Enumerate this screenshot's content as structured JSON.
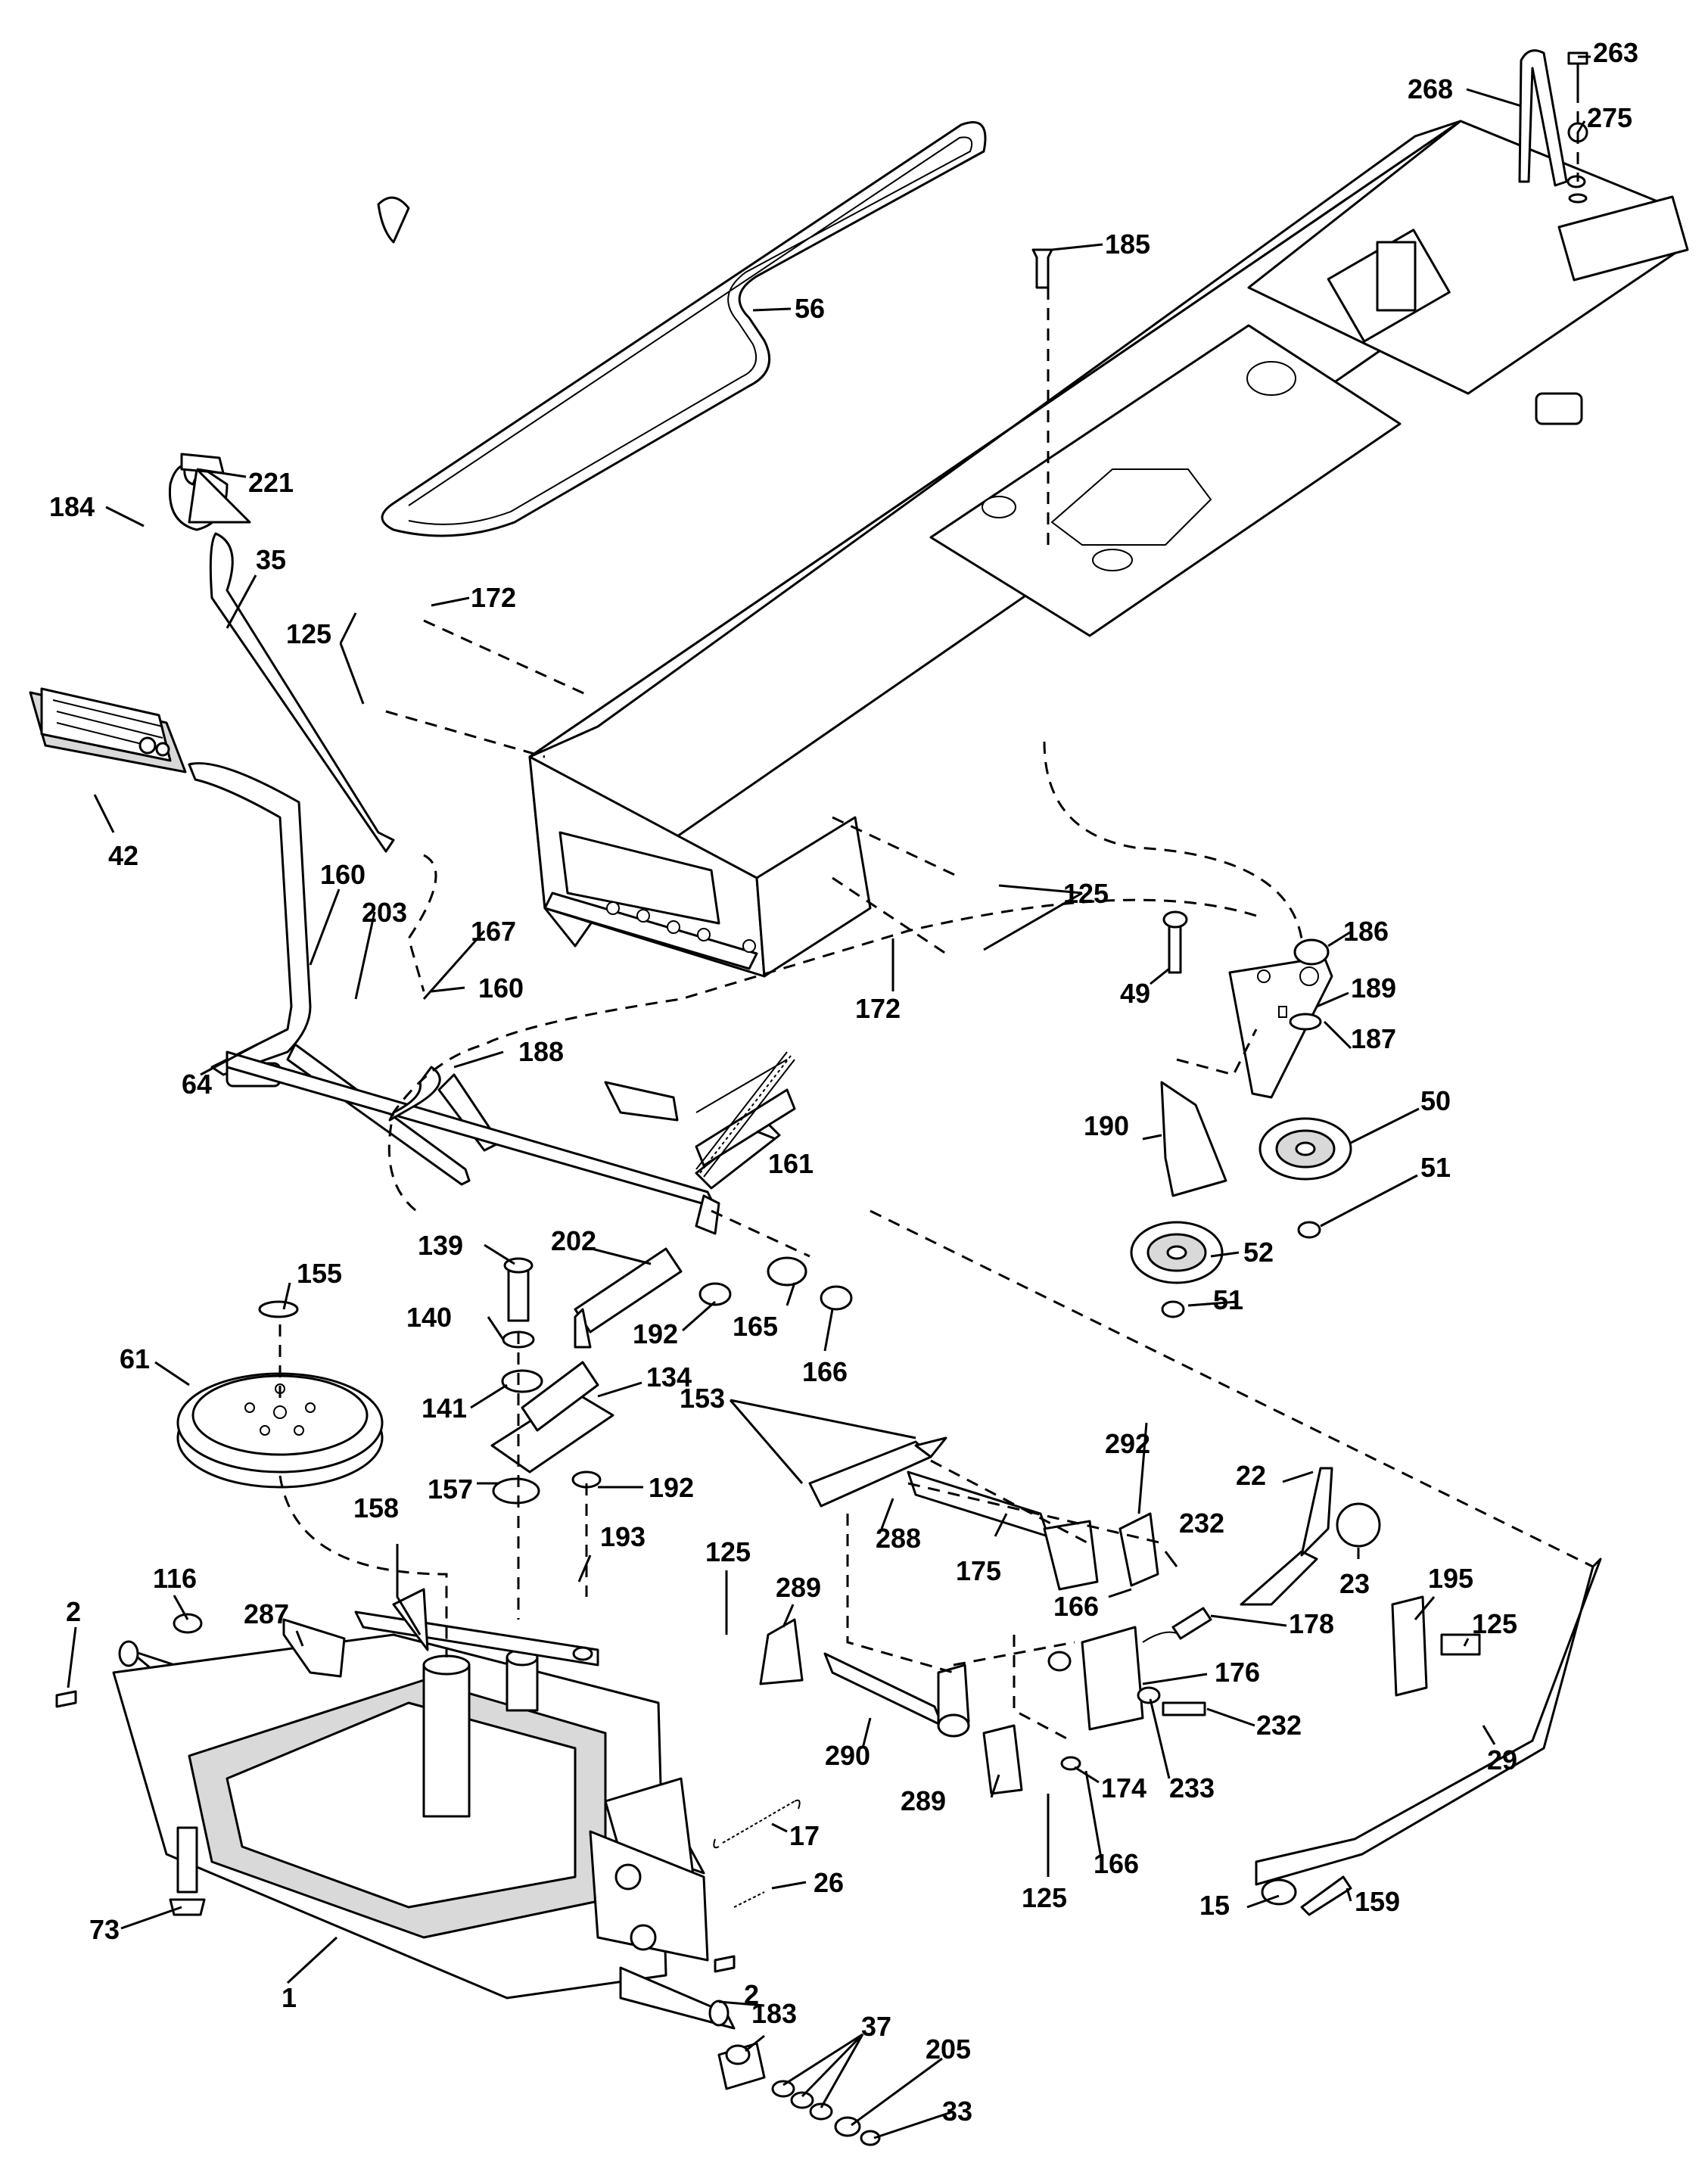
{
  "callouts": [
    {
      "id": "c263",
      "text": "263"
    },
    {
      "id": "c268",
      "text": "268"
    },
    {
      "id": "c275",
      "text": "275"
    },
    {
      "id": "c185",
      "text": "185"
    },
    {
      "id": "c56",
      "text": "56"
    },
    {
      "id": "c221",
      "text": "221"
    },
    {
      "id": "c184",
      "text": "184"
    },
    {
      "id": "c35",
      "text": "35"
    },
    {
      "id": "c172a",
      "text": "172"
    },
    {
      "id": "c125a",
      "text": "125"
    },
    {
      "id": "c42",
      "text": "42"
    },
    {
      "id": "c160a",
      "text": "160"
    },
    {
      "id": "c203",
      "text": "203"
    },
    {
      "id": "c167",
      "text": "167"
    },
    {
      "id": "c160b",
      "text": "160"
    },
    {
      "id": "c64",
      "text": "64"
    },
    {
      "id": "c188",
      "text": "188"
    },
    {
      "id": "c125b",
      "text": "125"
    },
    {
      "id": "c172b",
      "text": "172"
    },
    {
      "id": "c186",
      "text": "186"
    },
    {
      "id": "c49",
      "text": "49"
    },
    {
      "id": "c189",
      "text": "189"
    },
    {
      "id": "c187",
      "text": "187"
    },
    {
      "id": "c50",
      "text": "50"
    },
    {
      "id": "c190",
      "text": "190"
    },
    {
      "id": "c51a",
      "text": "51"
    },
    {
      "id": "c161",
      "text": "161"
    },
    {
      "id": "c52",
      "text": "52"
    },
    {
      "id": "c51b",
      "text": "51"
    },
    {
      "id": "c139",
      "text": "139"
    },
    {
      "id": "c202",
      "text": "202"
    },
    {
      "id": "c155",
      "text": "155"
    },
    {
      "id": "c140",
      "text": "140"
    },
    {
      "id": "c192a",
      "text": "192"
    },
    {
      "id": "c165",
      "text": "165"
    },
    {
      "id": "c166a",
      "text": "166"
    },
    {
      "id": "c61",
      "text": "61"
    },
    {
      "id": "c141",
      "text": "141"
    },
    {
      "id": "c134",
      "text": "134"
    },
    {
      "id": "c153",
      "text": "153"
    },
    {
      "id": "c292",
      "text": "292"
    },
    {
      "id": "c22",
      "text": "22"
    },
    {
      "id": "c157",
      "text": "157"
    },
    {
      "id": "c192b",
      "text": "192"
    },
    {
      "id": "c288",
      "text": "288"
    },
    {
      "id": "c175",
      "text": "175"
    },
    {
      "id": "c232a",
      "text": "232"
    },
    {
      "id": "c23",
      "text": "23"
    },
    {
      "id": "c158",
      "text": "158"
    },
    {
      "id": "c193",
      "text": "193"
    },
    {
      "id": "c125c",
      "text": "125"
    },
    {
      "id": "c166b",
      "text": "166"
    },
    {
      "id": "c195",
      "text": "195"
    },
    {
      "id": "c116",
      "text": "116"
    },
    {
      "id": "c289a",
      "text": "289"
    },
    {
      "id": "c178",
      "text": "178"
    },
    {
      "id": "c125d",
      "text": "125"
    },
    {
      "id": "c2a",
      "text": "2"
    },
    {
      "id": "c287",
      "text": "287"
    },
    {
      "id": "c176",
      "text": "176"
    },
    {
      "id": "c290",
      "text": "290"
    },
    {
      "id": "c232b",
      "text": "232"
    },
    {
      "id": "c29",
      "text": "29"
    },
    {
      "id": "c174",
      "text": "174"
    },
    {
      "id": "c233",
      "text": "233"
    },
    {
      "id": "c289b",
      "text": "289"
    },
    {
      "id": "c17",
      "text": "17"
    },
    {
      "id": "c26",
      "text": "26"
    },
    {
      "id": "c166c",
      "text": "166"
    },
    {
      "id": "c125e",
      "text": "125"
    },
    {
      "id": "c15",
      "text": "15"
    },
    {
      "id": "c159",
      "text": "159"
    },
    {
      "id": "c73",
      "text": "73"
    },
    {
      "id": "c2b",
      "text": "2"
    },
    {
      "id": "c1",
      "text": "1"
    },
    {
      "id": "c183",
      "text": "183"
    },
    {
      "id": "c37",
      "text": "37"
    },
    {
      "id": "c205",
      "text": "205"
    },
    {
      "id": "c33",
      "text": "33"
    }
  ],
  "colors": {
    "line": "#000000",
    "background": "#ffffff",
    "shade": "#d9d9d9"
  }
}
